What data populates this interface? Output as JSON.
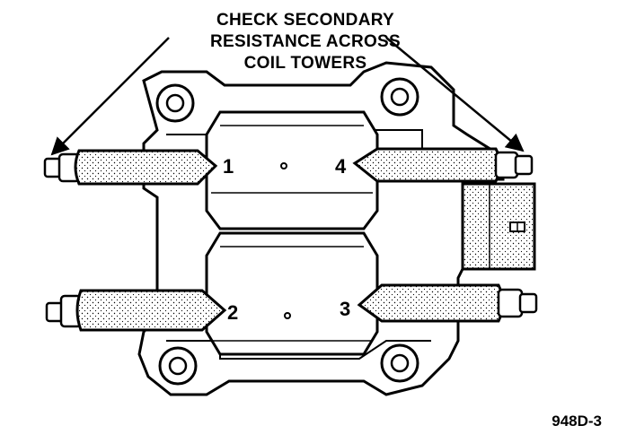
{
  "callout": {
    "line1": "CHECK SECONDARY",
    "line2": "RESISTANCE ACROSS",
    "line3": "COIL TOWERS"
  },
  "towers": {
    "t1": "1",
    "t2": "2",
    "t3": "3",
    "t4": "4"
  },
  "figure_id": "948D-3"
}
